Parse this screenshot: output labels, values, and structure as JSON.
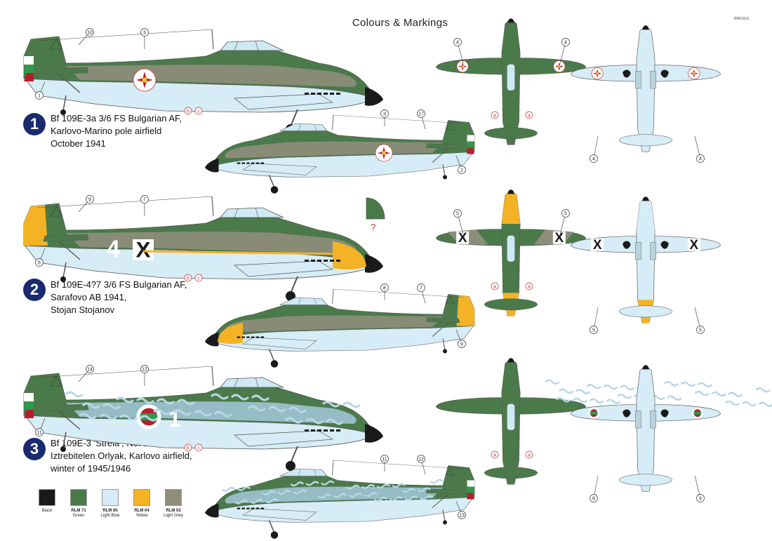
{
  "header": {
    "title": "Colours & Markings",
    "sheet_code": "RRK2021"
  },
  "colors": {
    "rlm71_green": "#4b7a4a",
    "rlm65_light_blue": "#d6ecf6",
    "rlm04_yellow": "#f4b325",
    "rlm02_grey": "#8f8e7c",
    "black": "#1a1a1a",
    "bulgarian_white": "#ffffff",
    "bulgarian_green": "#2e9a4a",
    "bulgarian_red": "#b3202a"
  },
  "schemes": [
    {
      "number": "1",
      "lines": [
        "Bf 109E-3a 3/6 FS Bulgarian AF,",
        "Karlovo-Marino pole airfield",
        "October 1941"
      ],
      "callouts_left": [
        "10",
        "3",
        "1"
      ],
      "callouts_right": [
        "3",
        "17",
        "2"
      ],
      "callouts_top": [
        "4",
        "4"
      ],
      "callouts_bottom": [
        "4",
        "4"
      ],
      "callouts_a": [
        "a",
        "a"
      ],
      "callouts_bc": [
        "b",
        "c"
      ]
    },
    {
      "number": "2",
      "lines": [
        "Bf 109E-4?7 3/6 FS Bulgarian AF,",
        "Sarafovo AB 1941,",
        "Stojan Stojanov"
      ],
      "callouts_left": [
        "9",
        "7",
        "8"
      ],
      "callouts_right": [
        "8",
        "7",
        "9"
      ],
      "callouts_top": [
        "5",
        "5"
      ],
      "callouts_bottom": [
        "5",
        "5"
      ],
      "callouts_a": [
        "a",
        "a"
      ],
      "callouts_bc": [
        "b",
        "c"
      ],
      "fuselage_number": "4",
      "cross_mark": "X",
      "question_mark": "?"
    },
    {
      "number": "3",
      "lines": [
        "Bf 109E-3 ‘Strela’, No. 1/7047, 3/6.",
        "Iztrebitelen Orlyak, Karlovo airfield,",
        "winter of 1945/1946"
      ],
      "callouts_left": [
        "14",
        "12",
        "11"
      ],
      "callouts_right": [
        "11",
        "12",
        "13"
      ],
      "callouts_bottom": [
        "6",
        "6"
      ],
      "callouts_a": [
        "a",
        "a"
      ],
      "callouts_bc": [
        "b",
        "c"
      ],
      "fuselage_number": "1"
    }
  ],
  "legend": [
    {
      "code": "",
      "name": "Black",
      "color": "#1a1a1a"
    },
    {
      "code": "RLM 71",
      "name": "Green",
      "color": "#4b7a4a"
    },
    {
      "code": "RLM 65",
      "name": "Light Blue",
      "color": "#d6ecf6"
    },
    {
      "code": "RLM 04",
      "name": "Yellow",
      "color": "#f4b325"
    },
    {
      "code": "RLM 02",
      "name": "Light Grey",
      "color": "#8f8e7c"
    }
  ]
}
